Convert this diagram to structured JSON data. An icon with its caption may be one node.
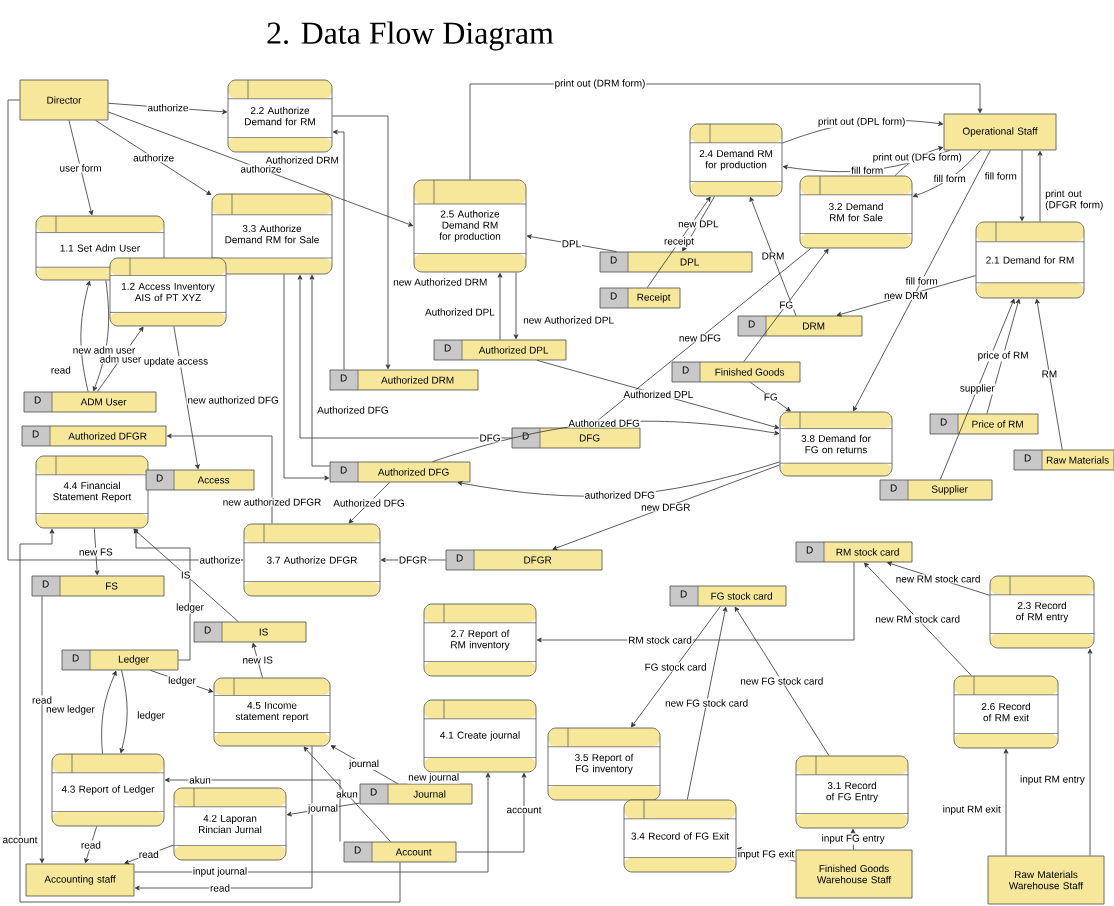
{
  "diagram": {
    "title": "2. Data Flow Diagram",
    "nodes": [
      {
        "text": [
          "Director"
        ]
      },
      {
        "text": [
          "Operational Staff"
        ]
      },
      {
        "text": [
          "Accounting staff"
        ]
      },
      {
        "text": [
          "Finished Goods Warehouse Staff"
        ]
      },
      {
        "text": [
          "Raw Materials Warehouse Staff"
        ]
      },
      {
        "text": [
          "2.2 Authorize Demand for RM"
        ]
      },
      {
        "text": [
          "1.1 Set Adm User"
        ]
      },
      {
        "text": [
          "3.3 Authorize Demand RM for Sale"
        ]
      },
      {
        "text": [
          "1.2 Access Inventory AIS of PT XYZ"
        ]
      },
      {
        "text": [
          "2.5 Authorize Demand RM for production"
        ]
      },
      {
        "text": [
          "2.4 Demand RM for production"
        ]
      },
      {
        "text": [
          "3.2 Demand RM for Sale"
        ]
      },
      {
        "text": [
          "2.1 Demand for RM"
        ]
      },
      {
        "text": [
          "3.8 Demand for FG on returns"
        ]
      },
      {
        "text": [
          "4.4 Financial Statement Report"
        ]
      },
      {
        "text": [
          "3.7 Authorize DFGR"
        ]
      },
      {
        "text": [
          "2.7 Report of RM inventory"
        ]
      },
      {
        "text": [
          "4.5 Income statement report"
        ]
      },
      {
        "text": [
          "4.1 Create journal"
        ]
      },
      {
        "text": [
          "3.5 Report of FG inventory"
        ]
      },
      {
        "text": [
          "4.3 Report of Ledger"
        ]
      },
      {
        "text": [
          "4.2 Laporan Rincian Jurnal"
        ]
      },
      {
        "text": [
          "3.4 Record of FG Exit"
        ]
      },
      {
        "text": [
          "3.1 Record of FG Entry"
        ]
      },
      {
        "text": [
          "2.6 Record of RM exit"
        ]
      },
      {
        "text": [
          "2.3 Record of RM entry"
        ]
      },
      {
        "text": [
          "D",
          "ADM User"
        ]
      },
      {
        "text": [
          "D",
          "Authorized DFGR"
        ]
      },
      {
        "text": [
          "D",
          "Access"
        ]
      },
      {
        "text": [
          "D",
          "Authorized DRM"
        ]
      },
      {
        "text": [
          "D",
          "Authorized DPL"
        ]
      },
      {
        "text": [
          "D",
          "DPL"
        ]
      },
      {
        "text": [
          "D",
          "Receipt"
        ]
      },
      {
        "text": [
          "D",
          "DRM"
        ]
      },
      {
        "text": [
          "D",
          "Finished Goods"
        ]
      },
      {
        "text": [
          "D",
          "DFG"
        ]
      },
      {
        "text": [
          "D",
          "Authorized DFG"
        ]
      },
      {
        "text": [
          "D",
          "Price of RM"
        ]
      },
      {
        "text": [
          "D",
          "Raw Materials"
        ]
      },
      {
        "text": [
          "D",
          "Supplier"
        ]
      },
      {
        "text": [
          "D",
          "DFGR"
        ]
      },
      {
        "text": [
          "D",
          "RM stock card"
        ]
      },
      {
        "text": [
          "D",
          "FG stock card"
        ]
      },
      {
        "text": [
          "D",
          "FS"
        ]
      },
      {
        "text": [
          "D",
          "IS"
        ]
      },
      {
        "text": [
          "D",
          "Ledger"
        ]
      },
      {
        "text": [
          "D",
          "Journal"
        ]
      },
      {
        "text": [
          "D",
          "Account"
        ]
      }
    ],
    "edges": [
      {
        "from": 0,
        "to": 5,
        "label": "authorize",
        "arrow": "to"
      },
      {
        "from": 0,
        "to": 7,
        "label": "authorize",
        "arrow": "to"
      },
      {
        "from": 0,
        "to": 9,
        "label": "authorize",
        "arrow": "to"
      },
      {
        "from": 0,
        "to": 15,
        "label": "authorize",
        "arrow": "to"
      },
      {
        "from": 0,
        "to": 6,
        "label": "user form",
        "arrow": "to"
      },
      {
        "from": 6,
        "to": 26,
        "label": "new adm user",
        "arrow": "to"
      },
      {
        "from": 26,
        "to": 6,
        "label": "read",
        "arrow": "to"
      },
      {
        "from": 26,
        "to": 8,
        "label": "adm user",
        "arrow": "to"
      },
      {
        "from": 8,
        "to": 28,
        "label": "update access",
        "arrow": "to"
      },
      {
        "from": 5,
        "to": 29,
        "label": "new Authorized DRM",
        "arrow": "to"
      },
      {
        "from": 29,
        "to": 5,
        "label": "Authorized DRM",
        "arrow": "to"
      },
      {
        "from": 7,
        "to": 36,
        "label": "new authorized DFG",
        "arrow": "to"
      },
      {
        "from": 35,
        "to": 7,
        "label": "DFG",
        "arrow": "to"
      },
      {
        "from": 36,
        "to": 7,
        "label": "Authorized DFG",
        "arrow": "to"
      },
      {
        "from": 9,
        "to": 30,
        "label": "new Authorized DPL",
        "arrow": "to"
      },
      {
        "from": 30,
        "to": 9,
        "label": "Authorized DPL",
        "arrow": "to"
      },
      {
        "from": 31,
        "to": 9,
        "label": "DPL",
        "arrow": "to"
      },
      {
        "from": 9,
        "to": 1,
        "label": "print out (DRM form)",
        "arrow": "to"
      },
      {
        "from": 10,
        "to": 1,
        "label": "print out (DPL form)",
        "arrow": "to"
      },
      {
        "from": 11,
        "to": 1,
        "label": "print out (DFG form)",
        "arrow": "to"
      },
      {
        "from": 12,
        "to": 1,
        "label": "print out (DFGR form)",
        "arrow": "to"
      },
      {
        "from": 33,
        "to": 10,
        "label": "DRM",
        "arrow": "to"
      },
      {
        "from": 32,
        "to": 10,
        "label": "receipt",
        "arrow": "to"
      },
      {
        "from": 10,
        "to": 31,
        "label": "new DPL",
        "arrow": "to"
      },
      {
        "from": 1,
        "to": 10,
        "label": "fill form",
        "arrow": "to"
      },
      {
        "from": 1,
        "to": 11,
        "label": "fill form",
        "arrow": "to"
      },
      {
        "from": 1,
        "to": 12,
        "label": "fill form",
        "arrow": "to"
      },
      {
        "from": 1,
        "to": 13,
        "label": "fill form",
        "arrow": "to"
      },
      {
        "from": 12,
        "to": 33,
        "label": "new DRM",
        "arrow": "to"
      },
      {
        "from": 34,
        "to": 11,
        "label": "FG",
        "arrow": "to"
      },
      {
        "from": 34,
        "to": 13,
        "label": "FG",
        "arrow": "to"
      },
      {
        "from": 37,
        "to": 12,
        "label": "price of RM",
        "arrow": "to"
      },
      {
        "from": 38,
        "to": 12,
        "label": "RM",
        "arrow": "to"
      },
      {
        "from": 39,
        "to": 12,
        "label": "supplier",
        "arrow": "to"
      },
      {
        "from": 30,
        "to": 13,
        "label": "Authorized DPL",
        "arrow": "to"
      },
      {
        "from": 11,
        "to": 35,
        "label": "new DFG",
        "arrow": "to"
      },
      {
        "from": 36,
        "to": 13,
        "label": "Authorized DFG",
        "arrow": "to"
      },
      {
        "from": 36,
        "to": 15,
        "label": "Authorized DFG",
        "arrow": "to"
      },
      {
        "from": 13,
        "to": 36,
        "label": "authorized DFG",
        "arrow": "to"
      },
      {
        "from": 13,
        "to": 40,
        "label": "new DFGR",
        "arrow": "to"
      },
      {
        "from": 40,
        "to": 15,
        "label": "DFGR",
        "arrow": "to"
      },
      {
        "from": 15,
        "to": 27,
        "label": "new authorized DFGR",
        "arrow": "to"
      },
      {
        "from": 41,
        "to": 16,
        "label": "RM stock card",
        "arrow": "to"
      },
      {
        "from": 25,
        "to": 41,
        "label": "new RM stock card",
        "arrow": "to"
      },
      {
        "from": 24,
        "to": 41,
        "label": "new RM stock card",
        "arrow": "to"
      },
      {
        "from": 42,
        "to": 19,
        "label": "FG stock card",
        "arrow": "to"
      },
      {
        "from": 23,
        "to": 42,
        "label": "new FG stock card",
        "arrow": "to"
      },
      {
        "from": 22,
        "to": 42,
        "label": "new FG stock card",
        "arrow": "to"
      },
      {
        "from": 3,
        "to": 23,
        "label": "input FG entry",
        "arrow": "to"
      },
      {
        "from": 3,
        "to": 22,
        "label": "input FG exit",
        "arrow": "to"
      },
      {
        "from": 4,
        "to": 24,
        "label": "input RM exit",
        "arrow": "to"
      },
      {
        "from": 4,
        "to": 25,
        "label": "input RM entry",
        "arrow": "to"
      },
      {
        "from": 14,
        "to": 43,
        "label": "new FS",
        "arrow": "to"
      },
      {
        "from": 47,
        "to": 14,
        "label": "account",
        "arrow": "to"
      },
      {
        "from": 45,
        "to": 14,
        "label": "ledger",
        "arrow": "to"
      },
      {
        "from": 43,
        "to": 2,
        "label": "read",
        "arrow": "to"
      },
      {
        "from": 17,
        "to": 44,
        "label": "new IS",
        "arrow": "to"
      },
      {
        "from": 44,
        "to": 14,
        "label": "IS",
        "arrow": "to"
      },
      {
        "from": 45,
        "to": 17,
        "label": "ledger",
        "arrow": "to"
      },
      {
        "from": 46,
        "to": 17,
        "label": "journal",
        "arrow": "to"
      },
      {
        "from": 47,
        "to": 17,
        "label": "akun",
        "arrow": "to"
      },
      {
        "from": 17,
        "to": 2,
        "label": "read",
        "arrow": "to"
      },
      {
        "from": 20,
        "to": 45,
        "label": "new ledger",
        "arrow": "to"
      },
      {
        "from": 45,
        "to": 20,
        "label": "ledger",
        "arrow": "to"
      },
      {
        "from": 47,
        "to": 20,
        "label": "akun",
        "arrow": "to"
      },
      {
        "from": 20,
        "to": 2,
        "label": "read",
        "arrow": "to"
      },
      {
        "from": 46,
        "to": 21,
        "label": "journal",
        "arrow": "to"
      },
      {
        "from": 21,
        "to": 2,
        "label": "read",
        "arrow": "to"
      },
      {
        "from": 18,
        "to": 46,
        "label": "new journal",
        "arrow": "to"
      },
      {
        "from": 47,
        "to": 18,
        "label": "account",
        "arrow": "to"
      },
      {
        "from": 2,
        "to": 18,
        "label": "input journal",
        "arrow": "to"
      }
    ]
  }
}
